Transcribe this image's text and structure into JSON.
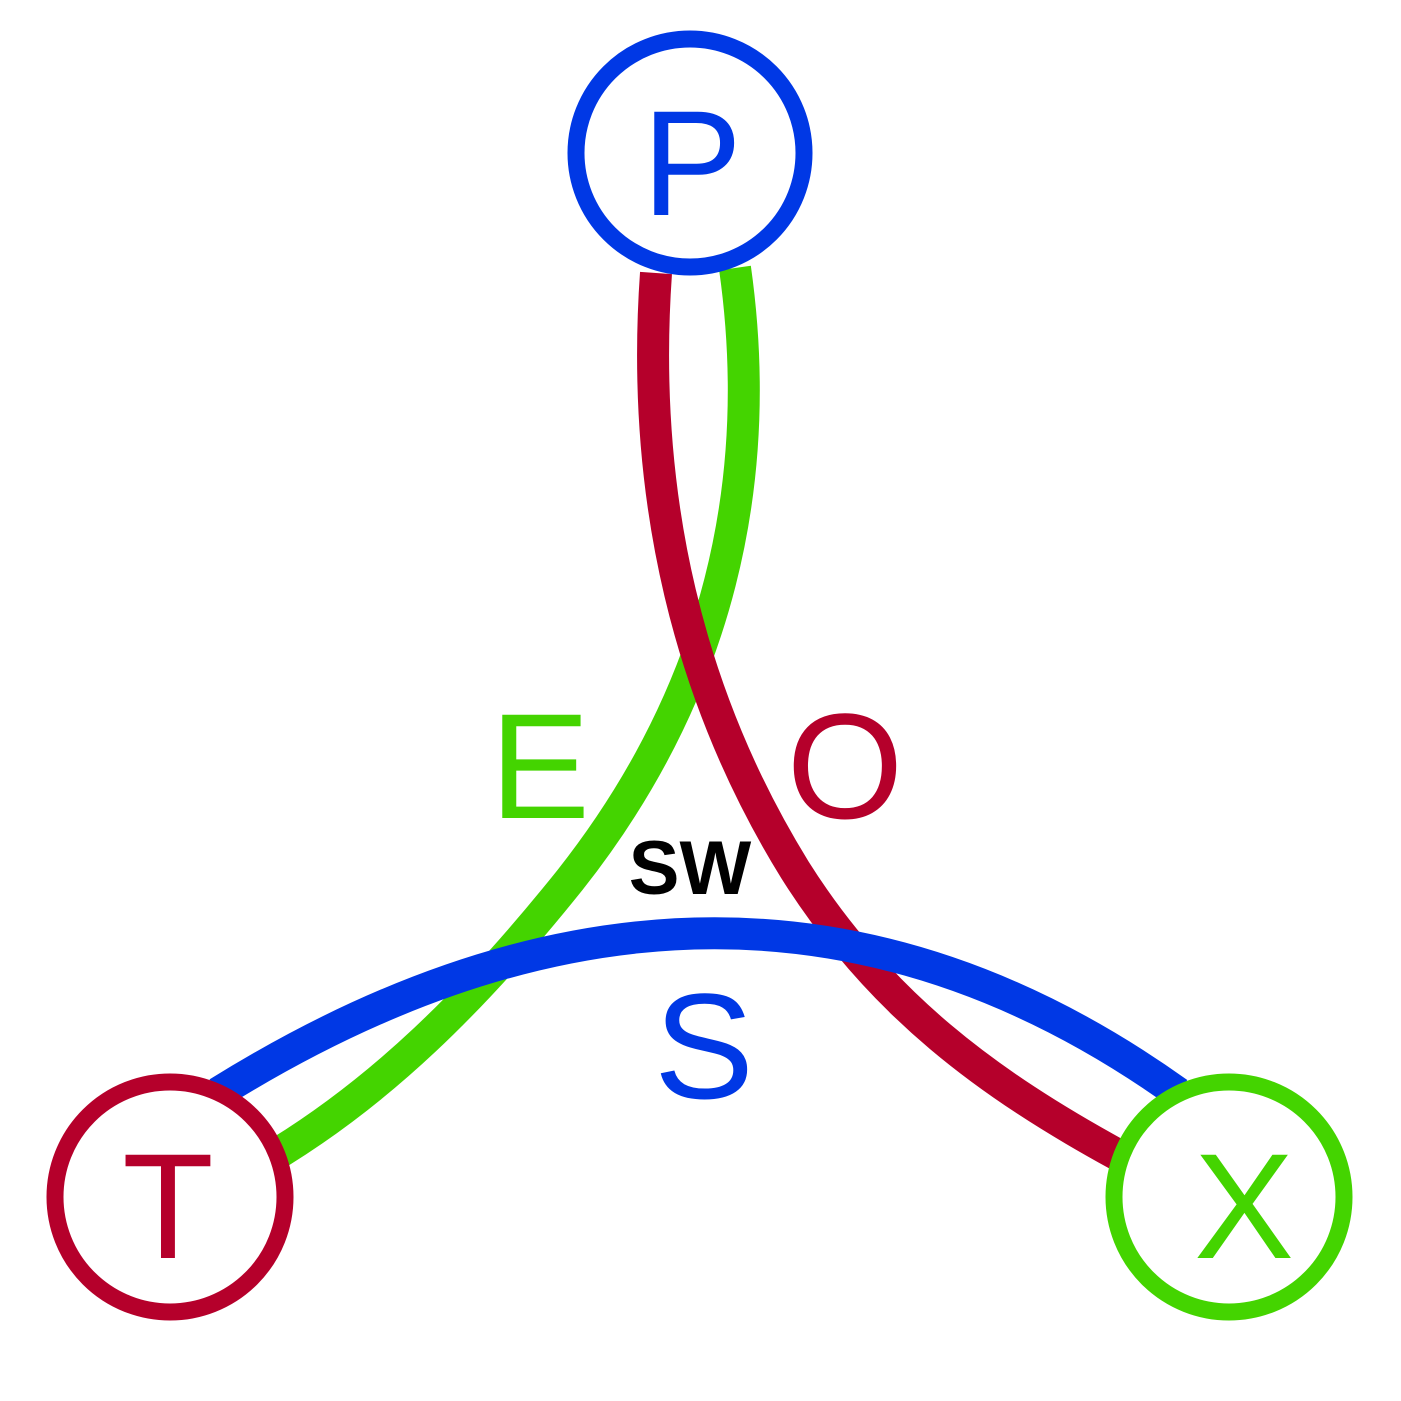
{
  "colors": {
    "red": "#b5002b",
    "green": "#44d400",
    "blue": "#0038e5",
    "black": "#000000",
    "background": "#ffffff"
  },
  "nodes": {
    "top": {
      "label": "P",
      "color": "#0038e5"
    },
    "left": {
      "label": "T",
      "color": "#b5002b"
    },
    "right": {
      "label": "X",
      "color": "#44d400"
    }
  },
  "edges": {
    "green": {
      "label": "E",
      "color": "#44d400"
    },
    "red": {
      "label": "O",
      "color": "#b5002b"
    },
    "blue": {
      "label": "S",
      "color": "#0038e5"
    }
  },
  "center": {
    "label": "SW"
  }
}
